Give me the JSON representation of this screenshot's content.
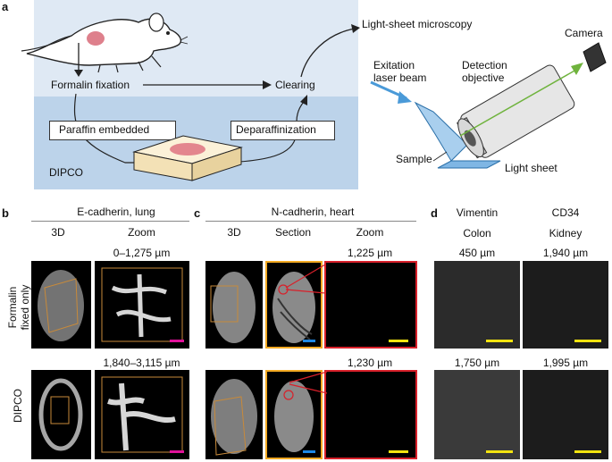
{
  "panel_a": {
    "letter": "a",
    "formalin_fixation": "Formalin fixation",
    "clearing": "Clearing",
    "paraffin_embedded": "Paraffin embedded",
    "deparaffinization": "Deparaffinization",
    "dipco": "DIPCO",
    "light_sheet_microscopy": "Light-sheet microscopy",
    "camera": "Camera",
    "excitation_line1": "Exitation",
    "excitation_line2": "laser beam",
    "detection_line1": "Detection",
    "detection_line2": "objective",
    "sample": "Sample",
    "light_sheet": "Light sheet"
  },
  "panel_b": {
    "letter": "b",
    "title": "E-cadherin, lung",
    "col_3d": "3D",
    "col_zoom": "Zoom",
    "depth_top": "0–1,275 µm",
    "depth_bottom": "1,840–3,115 µm"
  },
  "panel_c": {
    "letter": "c",
    "title": "N-cadherin, heart",
    "col_3d": "3D",
    "col_section": "Section",
    "col_zoom": "Zoom",
    "depth_top": "1,225 µm",
    "depth_bottom": "1,230 µm"
  },
  "panel_d": {
    "letter": "d",
    "col1_title": "Vimentin",
    "col1_sub": "Colon",
    "col2_title": "CD34",
    "col2_sub": "Kidney",
    "depth_top_left": "450 µm",
    "depth_top_right": "1,940 µm",
    "depth_bottom_left": "1,750 µm",
    "depth_bottom_right": "1,995 µm"
  },
  "row_labels": {
    "top_line1": "Formalin",
    "top_line2": "fixed only",
    "bottom": "DIPCO"
  },
  "colors": {
    "top_band": "#dfe9f4",
    "bottom_band": "#bcd3ea",
    "orange_frame": "#c88a3a",
    "red_frame": "#d8202a",
    "scale_magenta": "#e0129a",
    "scale_blue": "#1e88e5",
    "scale_yellow": "#f2e30f"
  }
}
